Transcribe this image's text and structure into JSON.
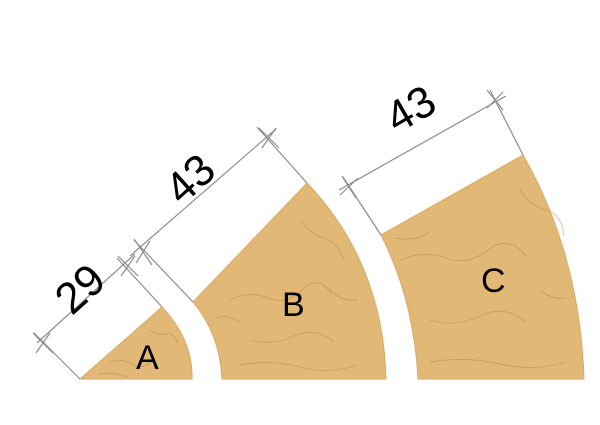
{
  "pieces": [
    {
      "label": "A",
      "dimension": "29"
    },
    {
      "label": "B",
      "dimension": "43"
    },
    {
      "label": "C",
      "dimension": "43"
    }
  ],
  "colors": {
    "wood": "#e2b876",
    "wood_edge": "#d8a962",
    "dimension_line": "#8c8c8c",
    "text": "#000000"
  }
}
